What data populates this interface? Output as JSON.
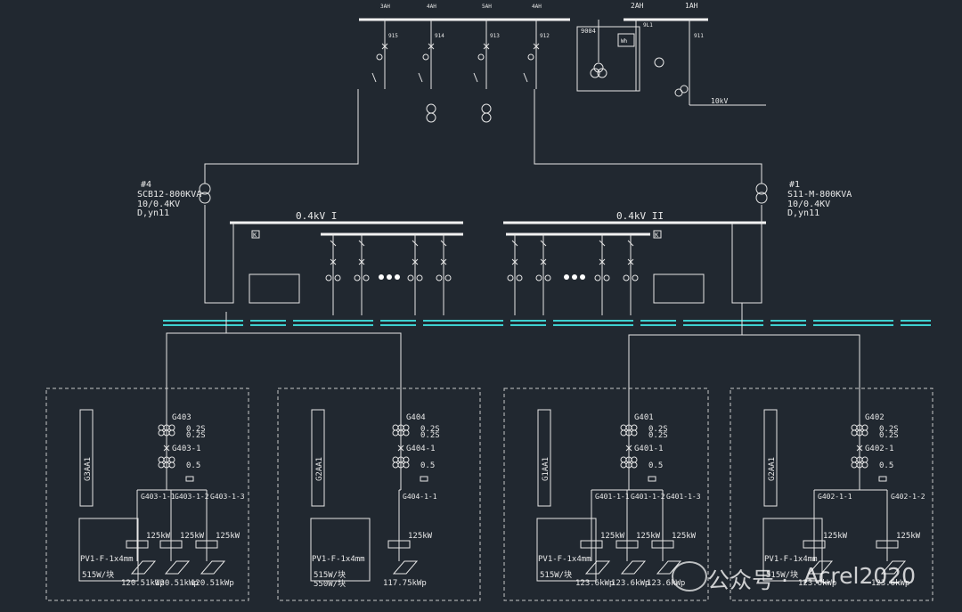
{
  "top_panels": [
    {
      "tag": "3AH",
      "label": "",
      "switch": "915"
    },
    {
      "tag": "4AH",
      "label": "",
      "switch": "914"
    },
    {
      "tag": "5AH",
      "label": "",
      "switch": "913"
    },
    {
      "tag": "4AH",
      "label": "",
      "switch": "912"
    }
  ],
  "right_panels": [
    {
      "tag": "2AH",
      "switch": "9L1"
    },
    {
      "tag": "1AH",
      "switch": "911"
    }
  ],
  "pt_label": "9004",
  "meter_label": "Wh",
  "incoming_label": "10kV",
  "transformers": [
    {
      "id": "#4",
      "model": "SCB12-800KVA",
      "ratio": "10/0.4KV",
      "group": "D,yn11"
    },
    {
      "id": "#1",
      "model": "S11-M-800KVA",
      "ratio": "10/0.4KV",
      "group": "D,yn11"
    }
  ],
  "buses": [
    {
      "label": "0.4kV I"
    },
    {
      "label": "0.4kV II"
    }
  ],
  "k_label": "K",
  "pv_blocks": [
    {
      "panel": "G3AA1",
      "switch": "G403",
      "breaker": "G403-1",
      "ct": "0.2S",
      "ct2": "0.2S",
      "spd": "0.5",
      "branches": [
        "G403-1-1",
        "G403-1-2",
        "G403-1-3"
      ],
      "inverter_kw": [
        "125kW",
        "125kW",
        "125kW"
      ],
      "cable": "PV1-F-1x4mm",
      "module": "515W/块",
      "capacity": [
        "120.51kWp",
        "120.51kWp",
        "120.51kWp"
      ]
    },
    {
      "panel": "G2AA1",
      "switch": "G404",
      "breaker": "G404-1",
      "ct": "0.2S",
      "ct2": "0.2S",
      "spd": "0.5",
      "branches": [
        "G404-1-1"
      ],
      "inverter_kw": [
        "125kW"
      ],
      "cable": "PV1-F-1x4mm",
      "module": "515W/块",
      "module2": "550W/块",
      "capacity": [
        "117.75kWp"
      ]
    },
    {
      "panel": "G1AA1",
      "switch": "G401",
      "breaker": "G401-1",
      "ct": "0.2S",
      "ct2": "0.2S",
      "spd": "0.5",
      "branches": [
        "G401-1-1",
        "G401-1-2",
        "G401-1-3"
      ],
      "inverter_kw": [
        "125kW",
        "125kW",
        "125kW"
      ],
      "cable": "PV1-F-1x4mm",
      "module": "515W/块",
      "capacity": [
        "123.6kWp",
        "123.6kWp",
        "123.6kWp"
      ]
    },
    {
      "panel": "G2AA1",
      "switch": "G402",
      "breaker": "G402-1",
      "ct": "0.2S",
      "ct2": "0.2S",
      "spd": "0.5",
      "branches": [
        "G402-1-1",
        "G402-1-2"
      ],
      "inverter_kw": [
        "125kW",
        "125kW"
      ],
      "cable": "PV1-F-1x4mm",
      "module": "515W/块",
      "capacity": [
        "123.6kWp",
        "123.6kWp"
      ]
    }
  ],
  "watermark": {
    "prefix": "公众号 ·",
    "name": "Acrel2020"
  }
}
